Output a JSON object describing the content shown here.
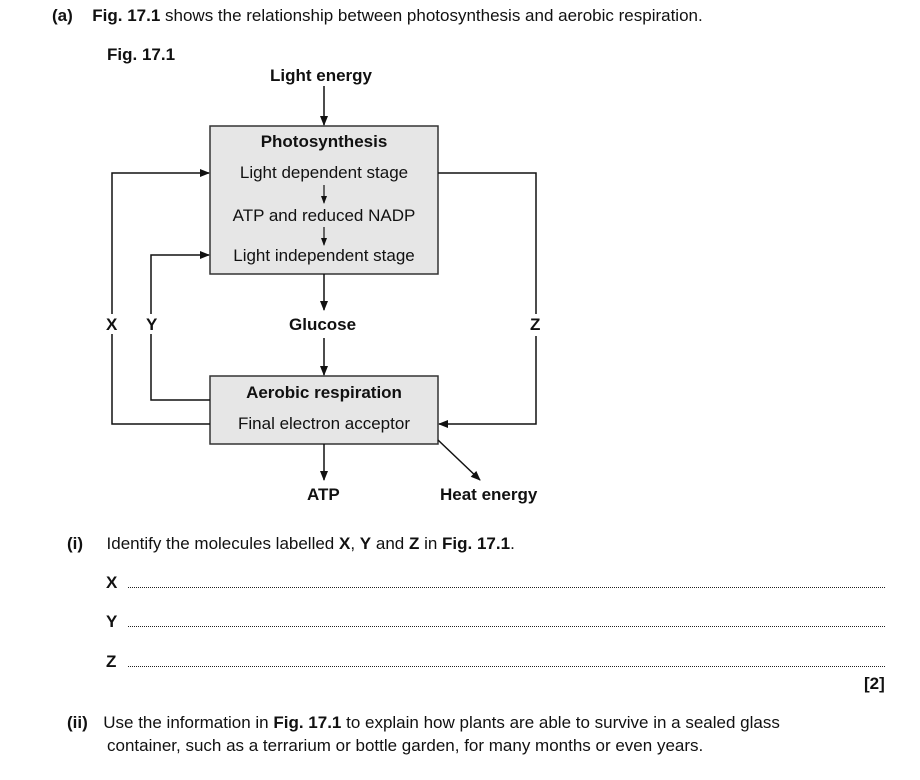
{
  "part_a": {
    "marker": "(a)",
    "text_fig": "Fig. 17.1",
    "text_rest": " shows the relationship between photosynthesis and aerobic respiration."
  },
  "figure": {
    "caption": "Fig. 17.1",
    "light_energy": "Light energy",
    "photosynthesis_title": "Photosynthesis",
    "light_dependent": "Light dependent stage",
    "atp_nadp": "ATP and reduced NADP",
    "light_independent": "Light independent stage",
    "glucose": "Glucose",
    "aerobic_title": "Aerobic respiration",
    "final_acceptor": "Final electron acceptor",
    "atp": "ATP",
    "heat_energy": "Heat energy",
    "label_x": "X",
    "label_y": "Y",
    "label_z": "Z"
  },
  "part_i": {
    "marker": "(i)",
    "t1": "Identify the molecules labelled ",
    "x": "X",
    "t2": ", ",
    "y": "Y",
    "t3": " and ",
    "z": "Z",
    "t4": " in ",
    "fig": "Fig. 17.1",
    "t5": ".",
    "answers": [
      "X",
      "Y",
      "Z"
    ],
    "marks": "[2]"
  },
  "part_ii": {
    "marker": "(ii)",
    "t1": "Use the information in ",
    "fig": "Fig. 17.1",
    "t2": " to explain how plants are able to survive in a sealed glass",
    "line2": "container, such as a terrarium or bottle garden, for many months or even years."
  }
}
